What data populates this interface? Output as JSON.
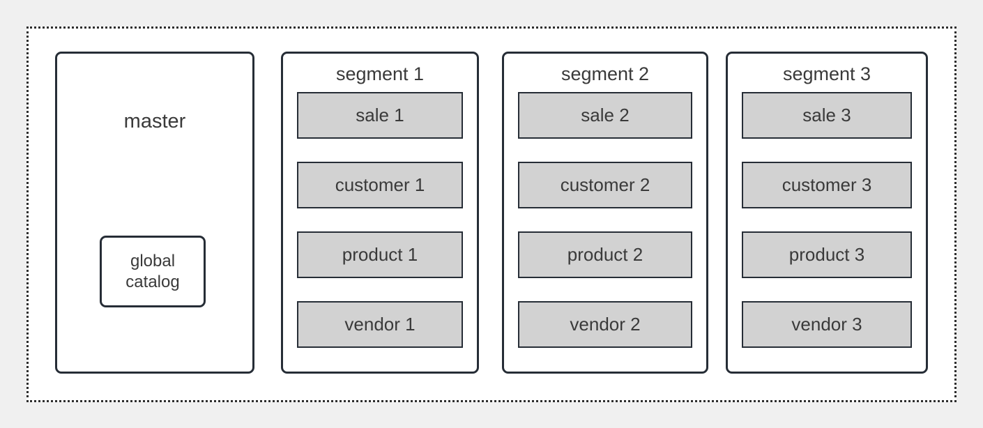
{
  "diagram": {
    "master": {
      "label": "master",
      "catalog_label": "global catalog"
    },
    "segments": [
      {
        "title": "segment 1",
        "items": [
          "sale 1",
          "customer 1",
          "product 1",
          "vendor 1"
        ]
      },
      {
        "title": "segment 2",
        "items": [
          "sale 2",
          "customer 2",
          "product 2",
          "vendor 2"
        ]
      },
      {
        "title": "segment 3",
        "items": [
          "sale 3",
          "customer 3",
          "product 3",
          "vendor 3"
        ]
      }
    ],
    "colors": {
      "page_background": "#f0f0f0",
      "canvas_background": "#ffffff",
      "box_border": "#262d36",
      "item_fill": "#d2d2d2",
      "text": "#3a3a3a",
      "dotted_border": "#2d2d2d"
    }
  }
}
